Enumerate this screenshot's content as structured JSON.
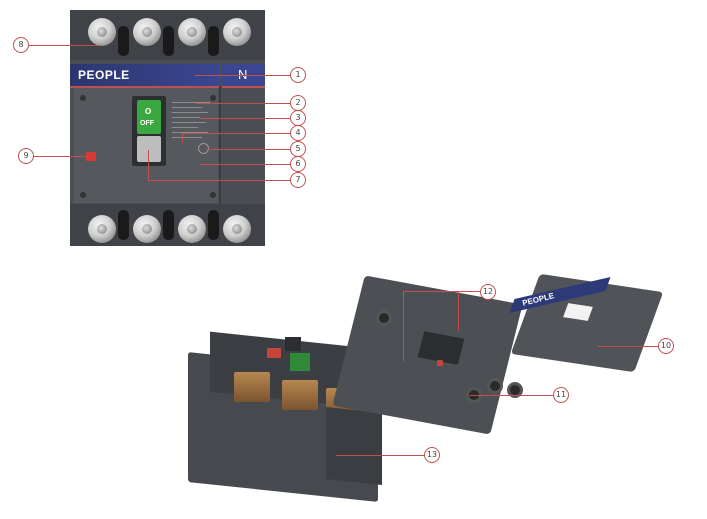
{
  "breaker": {
    "brand": "PEOPLE",
    "neutral_label": "N",
    "switch_on_symbol": "O",
    "switch_state": "OFF"
  },
  "callouts": {
    "c1": "1",
    "c2": "2",
    "c3": "3",
    "c4": "4",
    "c5": "5",
    "c6": "6",
    "c7": "7",
    "c8": "8",
    "c9": "9",
    "c10": "10",
    "c11": "11",
    "c12": "12",
    "c13": "13"
  },
  "cover": {
    "brand": "PEOPLE"
  },
  "colors": {
    "accent": "#c0504d",
    "body": "#4a4d52",
    "nameplate": "#2e3a78",
    "switch_green": "#3aa83e"
  }
}
